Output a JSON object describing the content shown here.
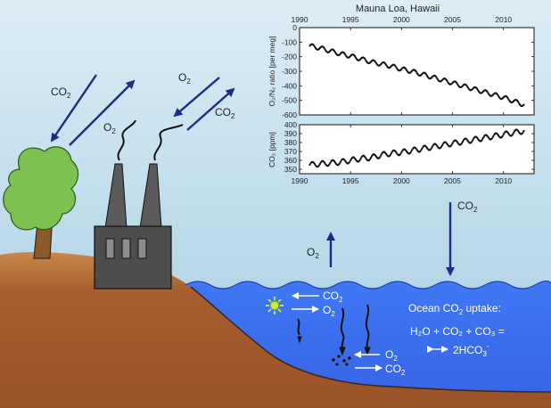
{
  "arrows": {
    "co2_emission_label": "CO",
    "o2_uptake_label": "O",
    "o2_intake_label": "O",
    "co2_out_label": "CO",
    "co2_to_ocean_label": "CO",
    "o2_from_ocean_label": "O"
  },
  "ocean": {
    "title_prefix": "Ocean CO",
    "title_suffix": " uptake:",
    "equation_line1": "H₂O + CO₂ + CO₃ =",
    "equation_line2": "2HCO",
    "equation_sup": "-",
    "bio_co2_in": "CO",
    "bio_o2_out": "O",
    "sediment_o2_in": "O",
    "sediment_co2_out": "CO"
  },
  "colors": {
    "sky_top": "#d9ecf5",
    "sky_bottom": "#a9cfe2",
    "ocean": "#3d73f2",
    "ground": "#a0572a",
    "ground_top": "#c98a4e",
    "tree": "#7cc152",
    "arrow": "#1c2a8a",
    "factory": "#4a4a4a"
  },
  "chart_data": [
    {
      "type": "scatter",
      "title": "Mauna Loa, Hawaii",
      "ylabel": "O₂/N₂ ratio [per meg]",
      "x": [
        1991,
        1992,
        1993,
        1994,
        1995,
        1996,
        1997,
        1998,
        1999,
        2000,
        2001,
        2002,
        2003,
        2004,
        2005,
        2006,
        2007,
        2008,
        2009,
        2010,
        2011,
        2012
      ],
      "values": [
        -125,
        -140,
        -160,
        -180,
        -195,
        -215,
        -235,
        -250,
        -265,
        -285,
        -300,
        -320,
        -340,
        -360,
        -380,
        -400,
        -420,
        -440,
        -460,
        -480,
        -505,
        -530
      ],
      "seasonal_amplitude": 30,
      "xlim": [
        1990,
        2013
      ],
      "ylim": [
        -600,
        0
      ],
      "xticks": [
        "1990",
        "1995",
        "2000",
        "2005",
        "2010"
      ],
      "yticks": [
        "0",
        "-100",
        "-200",
        "-300",
        "-400",
        "-500",
        "-600"
      ]
    },
    {
      "type": "scatter",
      "ylabel": "CO₂ [ppm]",
      "x": [
        1991,
        1992,
        1993,
        1994,
        1995,
        1996,
        1997,
        1998,
        1999,
        2000,
        2001,
        2002,
        2003,
        2004,
        2005,
        2006,
        2007,
        2008,
        2009,
        2010,
        2011,
        2012
      ],
      "values": [
        355,
        356,
        357,
        358,
        360,
        362,
        363,
        366,
        368,
        369,
        371,
        373,
        375,
        377,
        379,
        381,
        383,
        385,
        387,
        389,
        391,
        393
      ],
      "seasonal_amplitude": 6,
      "xlim": [
        1990,
        2013
      ],
      "ylim": [
        345,
        400
      ],
      "xticks": [
        "1990",
        "1995",
        "2000",
        "2005",
        "2010"
      ],
      "yticks": [
        "400",
        "390",
        "380",
        "370",
        "360",
        "350"
      ]
    }
  ]
}
